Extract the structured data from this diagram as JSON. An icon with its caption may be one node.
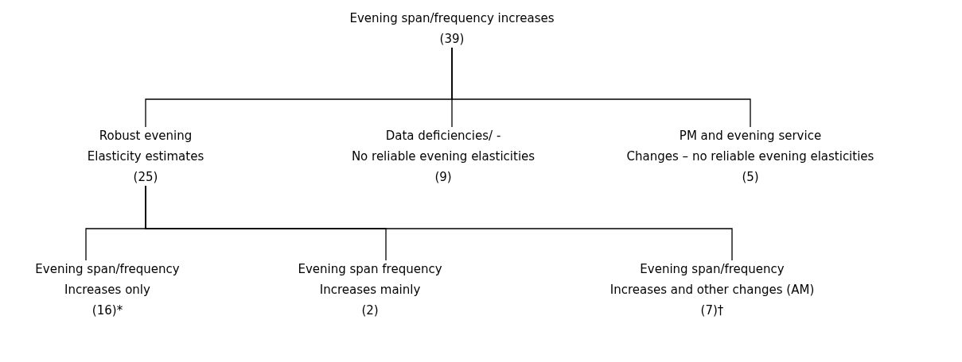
{
  "diagram": {
    "nodes": [
      {
        "text": [
          "Evening span/frequency increases",
          "(39)"
        ]
      },
      {
        "text": [
          "Robust evening",
          "Elasticity estimates",
          "(25)"
        ]
      },
      {
        "text": [
          "Data deficiencies/ -",
          "No reliable evening elasticities",
          "(9)"
        ]
      },
      {
        "text": [
          "PM and evening service",
          "Changes – no reliable evening elasticities",
          "(5)"
        ]
      },
      {
        "text": [
          "Evening span/frequency",
          "Increases only",
          "(16)*"
        ]
      },
      {
        "text": [
          "Evening span frequency",
          "Increases mainly",
          "(2)"
        ]
      },
      {
        "text": [
          "Evening span/frequency",
          "Increases and other changes (AM)",
          "(7)†"
        ]
      }
    ],
    "edges": [
      {
        "from": 0,
        "to": 1,
        "arrow": "none"
      },
      {
        "from": 0,
        "to": 2,
        "arrow": "none"
      },
      {
        "from": 0,
        "to": 3,
        "arrow": "none"
      },
      {
        "from": 1,
        "to": 4,
        "arrow": "none"
      },
      {
        "from": 1,
        "to": 5,
        "arrow": "none"
      },
      {
        "from": 1,
        "to": 6,
        "arrow": "none"
      }
    ]
  }
}
